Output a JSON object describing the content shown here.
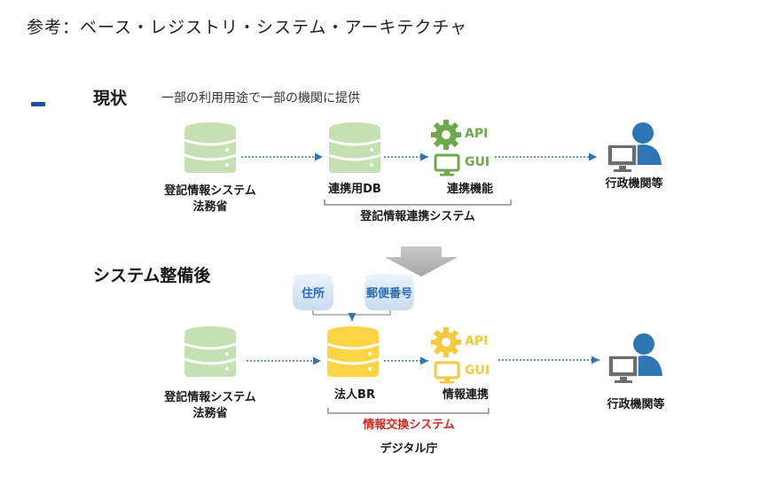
{
  "title": "参考：ベース・レジストリ・システム・アーキテクチャ",
  "current": {
    "heading": "現状",
    "subheading": "一部の利用用途で一部の機関に提供",
    "source_label_1": "登記情報システム",
    "source_label_2": "法務省",
    "db_label": "連携用DB",
    "api_label": "API",
    "gui_label": "GUI",
    "func_label": "連携機能",
    "system_label": "登記情報連携システム",
    "user_label": "行政機関等"
  },
  "future": {
    "heading": "システム整備後",
    "address_label": "住所",
    "postal_label": "郵便番号",
    "source_label_1": "登記情報システム",
    "source_label_2": "法務省",
    "db_label": "法人BR",
    "api_label": "API",
    "gui_label": "GUI",
    "func_label": "情報連携",
    "system_label": "情報交換システム",
    "owner_label": "デジタル庁",
    "user_label": "行政機関等"
  },
  "colors": {
    "green_db": "#c5e0b3",
    "yellow_db": "#fdd445",
    "api_green": "#6ea84a",
    "api_yellow": "#f5c842",
    "user_blue": "#2e75b6",
    "monitor_gray": "#6d6d6d",
    "arrow_blue": "#2e75b6",
    "system_red": "#d9261c"
  }
}
